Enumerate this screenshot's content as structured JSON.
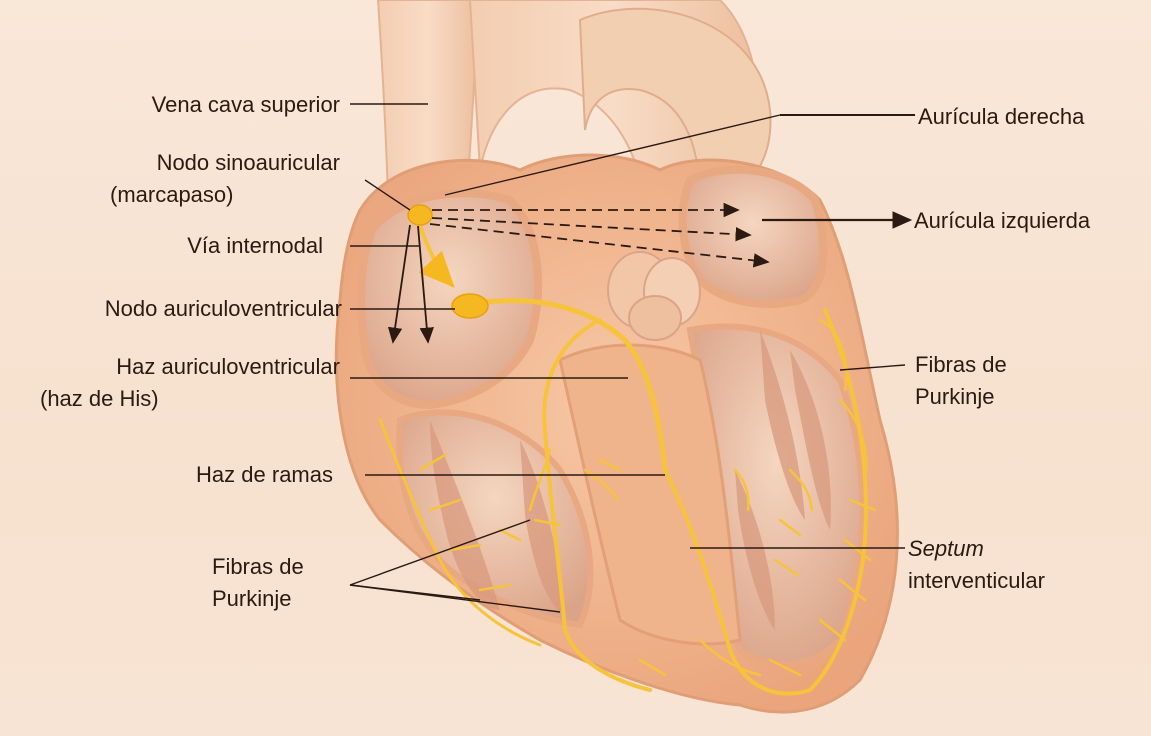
{
  "labels": {
    "vena_cava_superior": "Vena cava superior",
    "nodo_sinoauricular_1": "Nodo sinoauricular",
    "nodo_sinoauricular_2": "(marcapaso)",
    "via_internodal": "Vía internodal",
    "nodo_auriculoventricular": "Nodo auriculoventricular",
    "haz_av_1": "Haz auriculoventricular",
    "haz_av_2": "(haz de His)",
    "haz_de_ramas": "Haz de ramas",
    "fibras_purkinje_left_1": "Fibras de",
    "fibras_purkinje_left_2": "Purkinje",
    "auricula_derecha": "Aurícula derecha",
    "auricula_izquierda": "Aurícula izquierda",
    "fibras_purkinje_right_1": "Fibras de",
    "fibras_purkinje_right_2": "Purkinje",
    "septum_1": "Septum",
    "septum_2": "interventicular"
  },
  "colors": {
    "background": "#f8e4d4",
    "heart_tissue": "#f2b68e",
    "heart_inner": "#e8a882",
    "conduction": "#f7c33a",
    "node": "#f5b820",
    "leader_line": "#2a1a12"
  }
}
